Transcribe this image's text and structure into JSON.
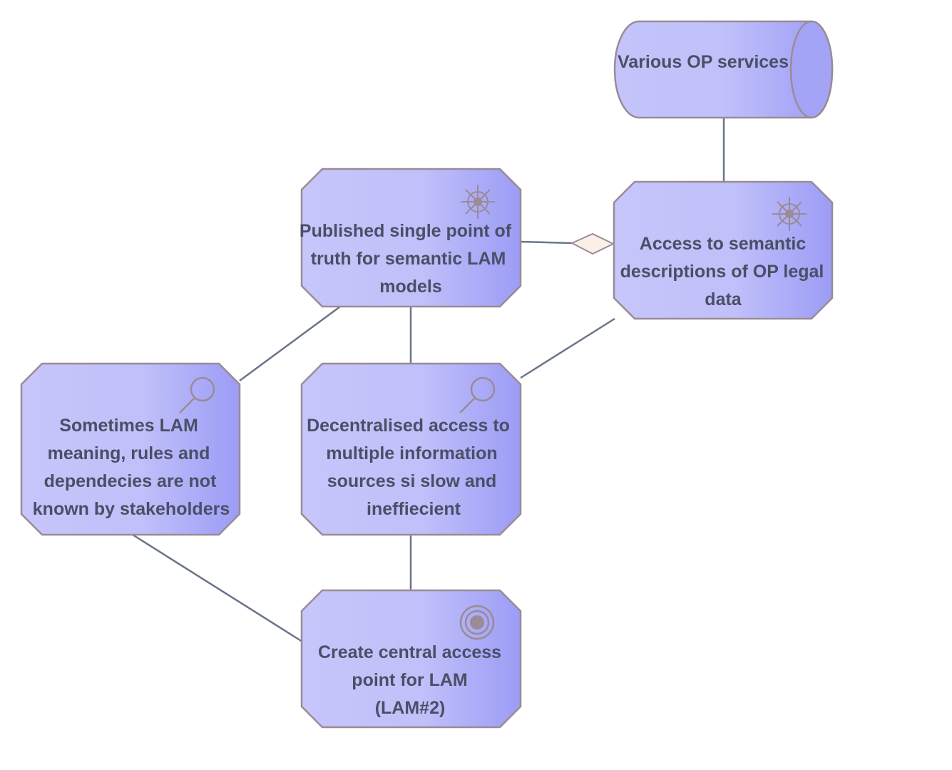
{
  "nodes": {
    "various_op_services": {
      "lines": [
        "Various OP services"
      ],
      "kind": "data-store"
    },
    "published_single_point": {
      "lines": [
        "Published single point of",
        "truth for semantic LAM",
        "models"
      ],
      "kind": "driver"
    },
    "access_semantic_descriptions": {
      "lines": [
        "Access to semantic",
        "descriptions of OP legal",
        "data"
      ],
      "kind": "driver"
    },
    "sometimes_lam_meaning": {
      "lines": [
        "Sometimes LAM",
        "meaning, rules and",
        "dependecies  are not",
        "known by stakeholders"
      ],
      "kind": "assessment"
    },
    "decentralised_access": {
      "lines": [
        "Decentralised access to",
        "multiple information",
        "sources si slow and",
        "ineffiecient"
      ],
      "kind": "assessment"
    },
    "create_central_access": {
      "lines": [
        "Create central access",
        "point for LAM",
        "(LAM#2)"
      ],
      "kind": "goal"
    }
  },
  "edges": [
    {
      "from": "various_op_services",
      "to": "access_semantic_descriptions",
      "type": "association"
    },
    {
      "from": "published_single_point",
      "to": "access_semantic_descriptions",
      "type": "aggregation"
    },
    {
      "from": "published_single_point",
      "to": "sometimes_lam_meaning",
      "type": "association"
    },
    {
      "from": "published_single_point",
      "to": "decentralised_access",
      "type": "association"
    },
    {
      "from": "access_semantic_descriptions",
      "to": "decentralised_access",
      "type": "association"
    },
    {
      "from": "sometimes_lam_meaning",
      "to": "create_central_access",
      "type": "association"
    },
    {
      "from": "decentralised_access",
      "to": "create_central_access",
      "type": "association"
    }
  ],
  "colors": {
    "fill_light": "#c6c6fb",
    "fill_dark": "#9c9cf6",
    "stroke": "#9a8b95",
    "edge": "#6a7588",
    "text": "#4a4f66",
    "icon": "#9a8b95",
    "diamond_fill": "#fbf0e8"
  },
  "icons": {
    "driver": "wheel-icon",
    "assessment": "magnifier-icon",
    "goal": "target-icon"
  }
}
